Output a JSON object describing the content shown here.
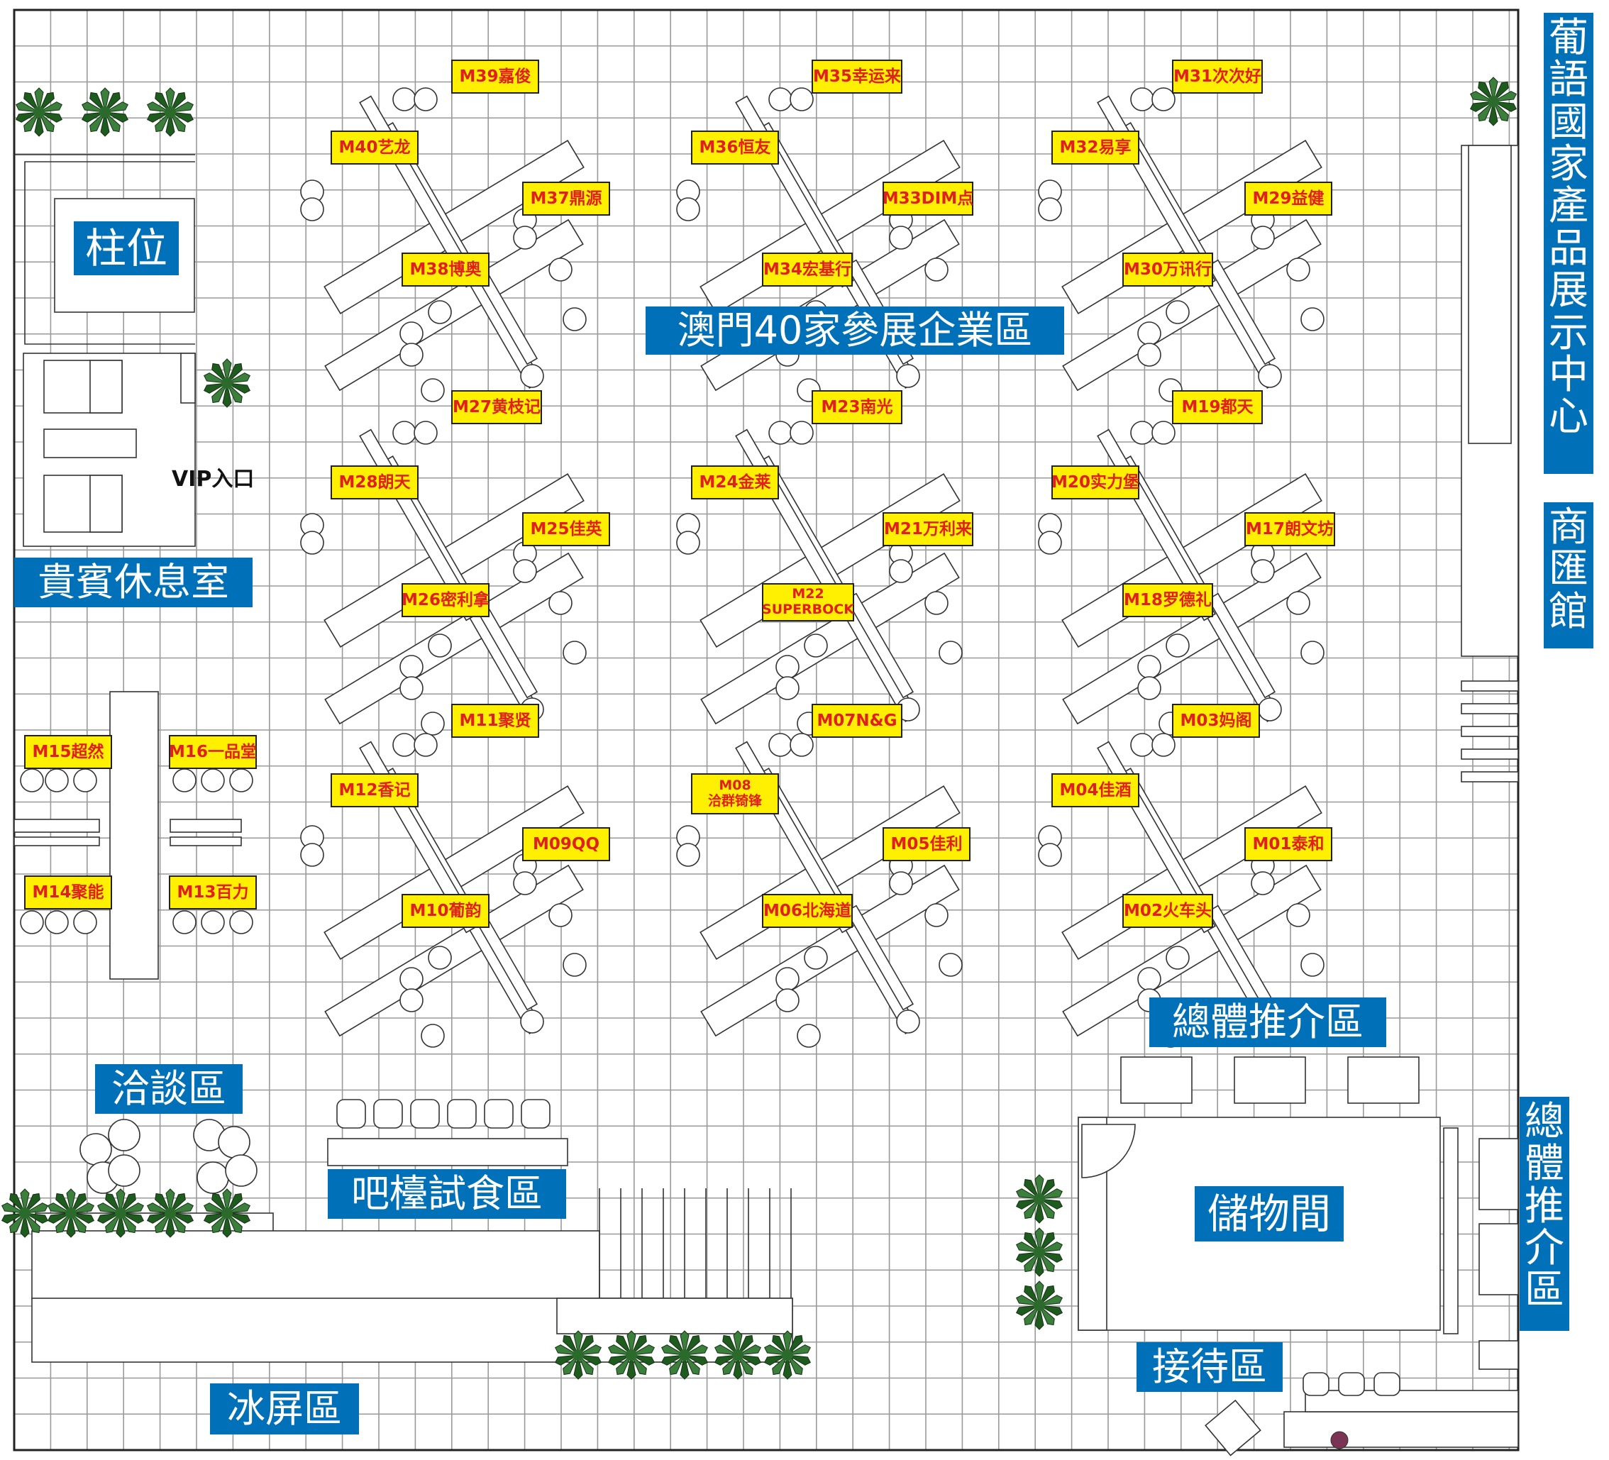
{
  "zones": {
    "column": "柱位",
    "main": "澳門40家參展企業區",
    "vip_lounge": "貴賓休息室",
    "negotiation": "洽談區",
    "bar": "吧檯試食區",
    "freezer": "冰屏區",
    "promo": "總體推介區",
    "storage": "儲物間",
    "reception": "接待區"
  },
  "vip_entrance": "VIP入口",
  "side_labels": {
    "exhibit_center": [
      "葡",
      "語",
      "國",
      "家",
      "產",
      "品",
      "展",
      "示",
      "中",
      "心"
    ],
    "business_hall": [
      "商",
      "匯",
      "館"
    ],
    "promo": [
      "總",
      "體",
      "推",
      "介",
      "區"
    ]
  },
  "booths": [
    {
      "id": "M39",
      "label": "M39嘉俊"
    },
    {
      "id": "M40",
      "label": "M40艺龙"
    },
    {
      "id": "M37",
      "label": "M37鼎源"
    },
    {
      "id": "M38",
      "label": "M38博奥"
    },
    {
      "id": "M35",
      "label": "M35幸运来"
    },
    {
      "id": "M36",
      "label": "M36恒友"
    },
    {
      "id": "M33",
      "label": "M33DIM点"
    },
    {
      "id": "M34",
      "label": "M34宏基行"
    },
    {
      "id": "M31",
      "label": "M31次次好"
    },
    {
      "id": "M32",
      "label": "M32易享"
    },
    {
      "id": "M29",
      "label": "M29益健"
    },
    {
      "id": "M30",
      "label": "M30万讯行"
    },
    {
      "id": "M27",
      "label": "M27黄枝记"
    },
    {
      "id": "M28",
      "label": "M28朗天"
    },
    {
      "id": "M25",
      "label": "M25佳英"
    },
    {
      "id": "M26",
      "label": "M26密利拿"
    },
    {
      "id": "M23",
      "label": "M23南光"
    },
    {
      "id": "M24",
      "label": "M24金莱"
    },
    {
      "id": "M21",
      "label": "M21万利来"
    },
    {
      "id": "M22",
      "label": "M22",
      "sub": "SUPERBOCK"
    },
    {
      "id": "M19",
      "label": "M19都天"
    },
    {
      "id": "M20",
      "label": "M20实力堡"
    },
    {
      "id": "M17",
      "label": "M17朗文坊"
    },
    {
      "id": "M18",
      "label": "M18罗德礼"
    },
    {
      "id": "M11",
      "label": "M11聚贤"
    },
    {
      "id": "M12",
      "label": "M12香记"
    },
    {
      "id": "M09",
      "label": "M09QQ"
    },
    {
      "id": "M10",
      "label": "M10葡韵"
    },
    {
      "id": "M07",
      "label": "M07N&G"
    },
    {
      "id": "M08",
      "label": "M08",
      "sub": "洽群锜锋"
    },
    {
      "id": "M05",
      "label": "M05佳利"
    },
    {
      "id": "M06",
      "label": "M06北海道"
    },
    {
      "id": "M03",
      "label": "M03妈阁"
    },
    {
      "id": "M04",
      "label": "M04佳酒"
    },
    {
      "id": "M01",
      "label": "M01泰和"
    },
    {
      "id": "M02",
      "label": "M02火车头"
    },
    {
      "id": "M15",
      "label": "M15超然"
    },
    {
      "id": "M16",
      "label": "M16一品堂"
    },
    {
      "id": "M14",
      "label": "M14聚能"
    },
    {
      "id": "M13",
      "label": "M13百力"
    }
  ],
  "colors": {
    "zone_bg": "#0070b8",
    "booth_bg": "#ffef00",
    "booth_text": "#e02020",
    "grid": "#9a9a9a",
    "plant": "#2f6b2f"
  }
}
